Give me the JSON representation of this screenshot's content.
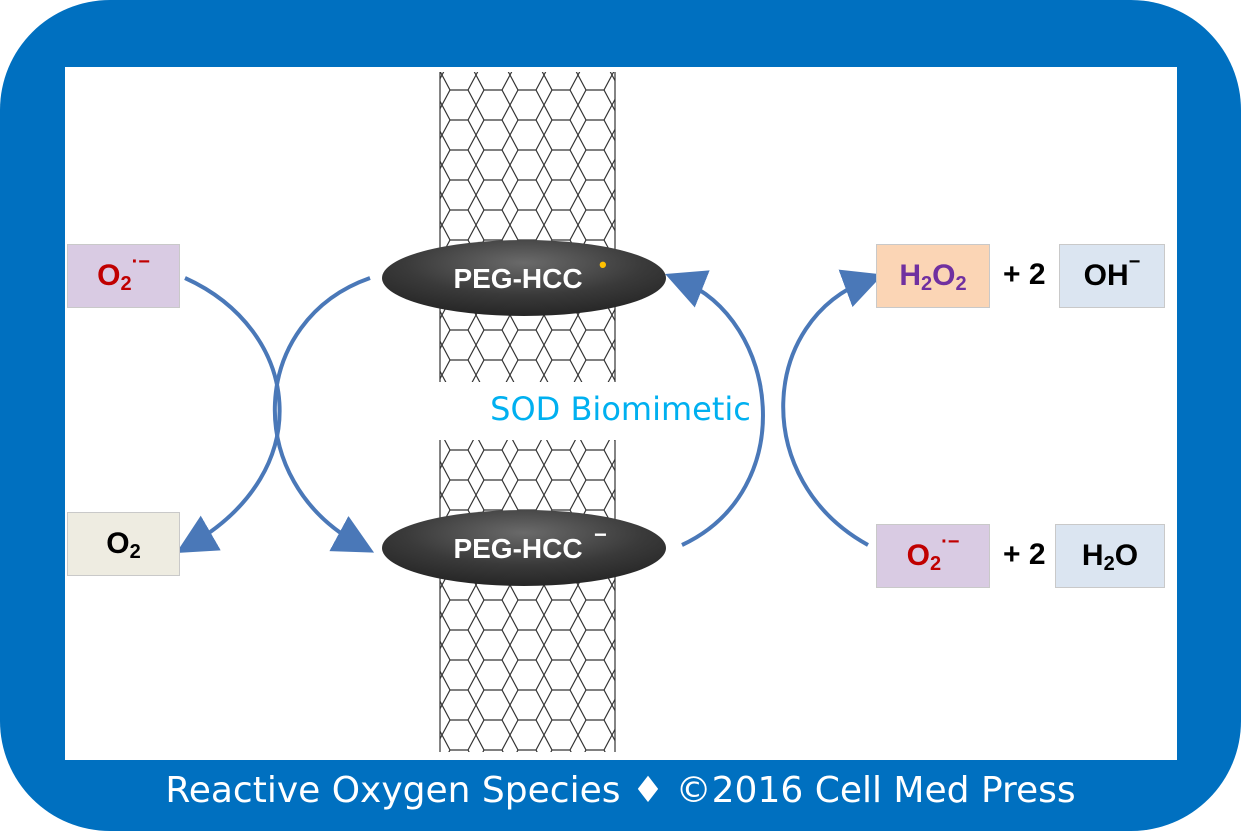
{
  "colors": {
    "frame": "#0070c0",
    "arrow": "#4a78b8",
    "superoxide_text": "#c00000",
    "peroxide_text": "#7030a0",
    "label_blue": "#00b0f0",
    "purple_box": "#d9cbe3",
    "peach_box": "#fbd5b5",
    "gray_box": "#eeece1",
    "lightblue_box": "#dbe5f1"
  },
  "species": {
    "superoxide_left": {
      "main": "O",
      "sub": "2",
      "sup": "·−"
    },
    "oxygen": {
      "main": "O",
      "sub": "2"
    },
    "peroxide": {
      "h": "H",
      "h_sub": "2",
      "o": "O",
      "o_sub": "2"
    },
    "hydroxide": {
      "main": "OH",
      "sup": "−"
    },
    "superoxide_right": {
      "main": "O",
      "sub": "2",
      "sup": "·−"
    },
    "water": {
      "h": "H",
      "h_sub": "2",
      "o": "O"
    },
    "coeff_top": "+ 2",
    "coeff_bottom": "+ 2"
  },
  "nanotube": {
    "radical_label": "PEG-HCC",
    "radical_mark": "•",
    "anion_label": "PEG-HCC",
    "anion_mark": "−"
  },
  "center_label": "SOD Biomimetic",
  "footer": "Reactive Oxygen Species ♦ ©2016 Cell Med Press"
}
